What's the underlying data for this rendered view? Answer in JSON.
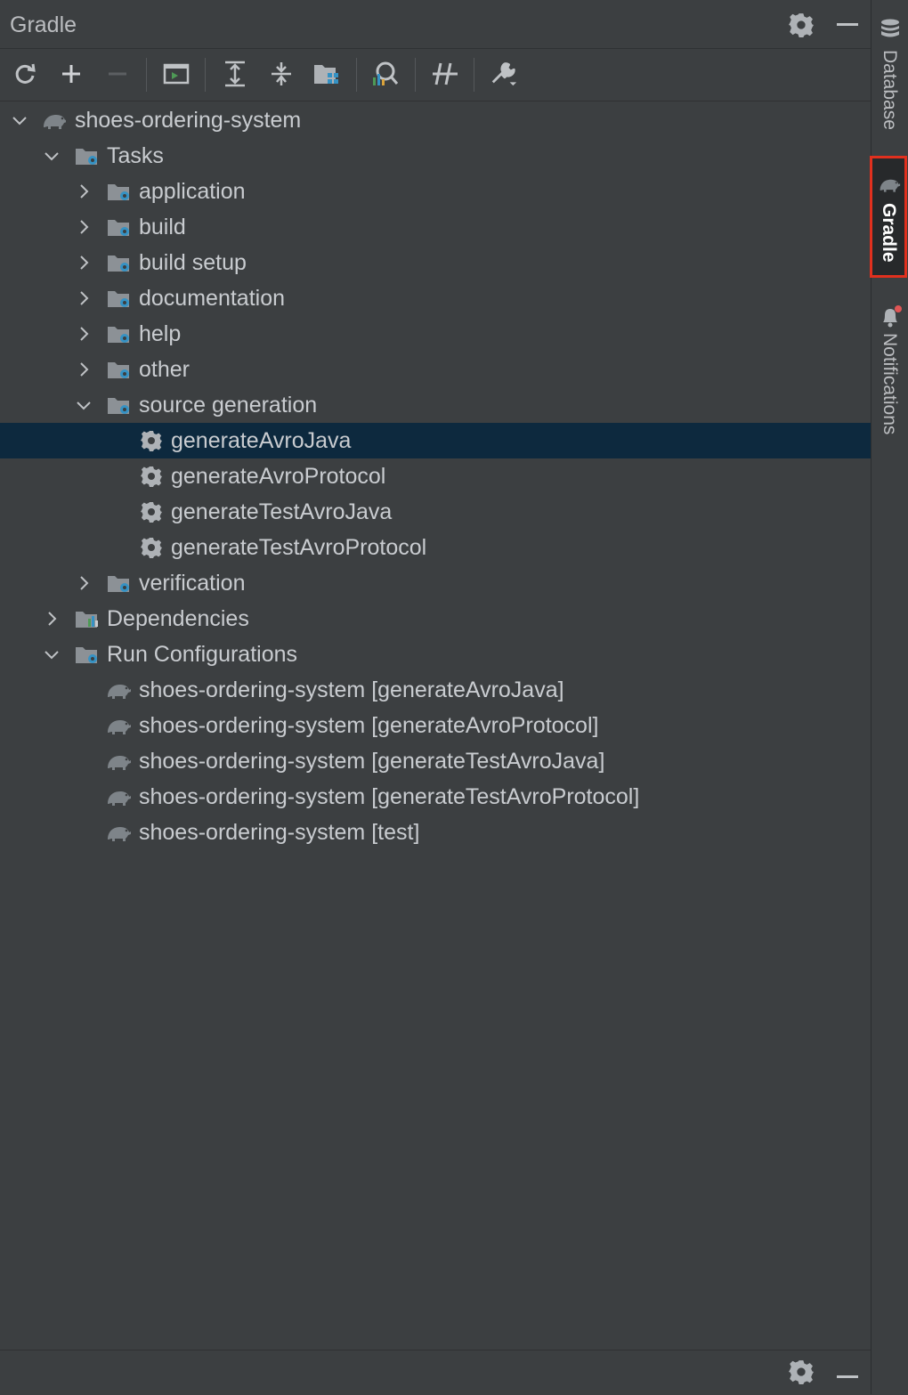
{
  "panel": {
    "title": "Gradle"
  },
  "toolbar": {
    "buttons": [
      "reload-icon",
      "add-icon",
      "remove-icon",
      "run-task-icon",
      "expand-all-icon",
      "collapse-all-icon",
      "group-modules-icon",
      "analyze-dependencies-icon",
      "toggle-offline-icon",
      "settings-wrench-icon"
    ]
  },
  "tree": {
    "root": "shoes-ordering-system",
    "tasks": "Tasks",
    "task_groups": {
      "application": "application",
      "build": "build",
      "build_setup": "build setup",
      "documentation": "documentation",
      "help": "help",
      "other": "other",
      "source_generation": "source generation",
      "verification": "verification"
    },
    "source_generation_tasks": [
      "generateAvroJava",
      "generateAvroProtocol",
      "generateTestAvroJava",
      "generateTestAvroProtocol"
    ],
    "dependencies": "Dependencies",
    "run_configurations": "Run Configurations",
    "run_configuration_items": [
      "shoes-ordering-system [generateAvroJava]",
      "shoes-ordering-system [generateAvroProtocol]",
      "shoes-ordering-system [generateTestAvroJava]",
      "shoes-ordering-system [generateTestAvroProtocol]",
      "shoes-ordering-system [test]"
    ],
    "selected": "generateAvroJava"
  },
  "side_strip": {
    "database": "Database",
    "gradle": "Gradle",
    "notifications": "Notifications"
  },
  "colors": {
    "background": "#3c3f41",
    "selection": "#0d293e",
    "accent_blue": "#3592c4",
    "highlight_red": "#e0301e"
  }
}
